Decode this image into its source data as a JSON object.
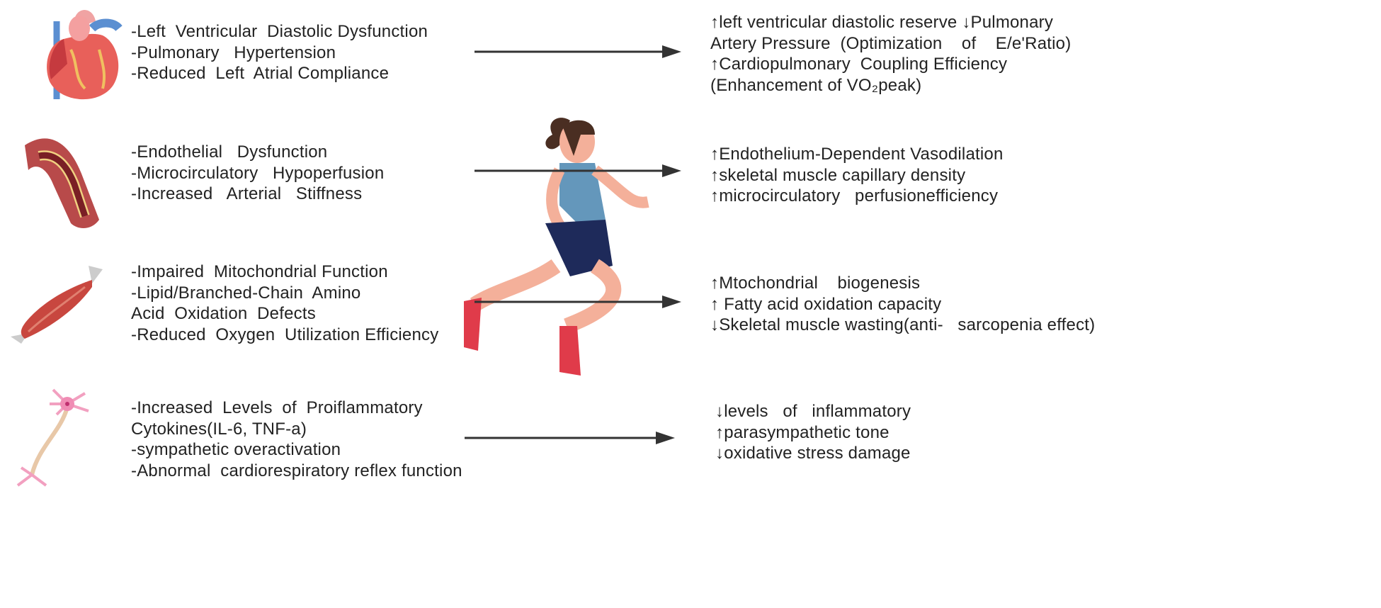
{
  "rows": [
    {
      "icon": "heart-icon",
      "problems": [
        "-Left  Ventricular  Diastolic Dysfunction",
        "-Pulmonary   Hypertension",
        "-Reduced  Left  Atrial Compliance"
      ],
      "effects": [
        "↑left ventricular diastolic reserve ↓Pulmonary",
        "Artery Pressure  (Optimization    of    E/e'Ratio)",
        "↑Cardiopulmonary  Coupling Efficiency",
        "(Enhancement of VO₂peak)"
      ]
    },
    {
      "icon": "blood-vessel-icon",
      "problems": [
        "-Endothelial   Dysfunction",
        "-Microcirculatory   Hypoperfusion",
        "-Increased   Arterial   Stiffness"
      ],
      "effects": [
        "↑Endothelium-Dependent Vasodilation",
        "↑skeletal muscle capillary density",
        "↑microcirculatory   perfusionefficiency"
      ]
    },
    {
      "icon": "skeletal-muscle-icon",
      "problems": [
        "-Impaired  Mitochondrial Function",
        "-Lipid/Branched-Chain  Amino",
        "Acid  Oxidation  Defects",
        "-Reduced  Oxygen  Utilization Efficiency"
      ],
      "effects": [
        "↑Mtochondrial    biogenesis",
        "↑ Fatty acid oxidation capacity",
        "↓Skeletal muscle wasting(anti-   sarcopenia effect)"
      ]
    },
    {
      "icon": "neuron-icon",
      "problems": [
        "-Increased  Levels  of  Proiflammatory",
        "Cytokines(IL-6, TNF-a)",
        "-sympathetic overactivation",
        "-Abnormal  cardiorespiratory reflex function"
      ],
      "effects": [
        "↓levels   of   inflammatory",
        "↑parasympathetic tone",
        "↓oxidative stress damage"
      ]
    }
  ],
  "center_icon": "running-woman-icon",
  "colors": {
    "text": "#222222",
    "arrow": "#333333"
  }
}
